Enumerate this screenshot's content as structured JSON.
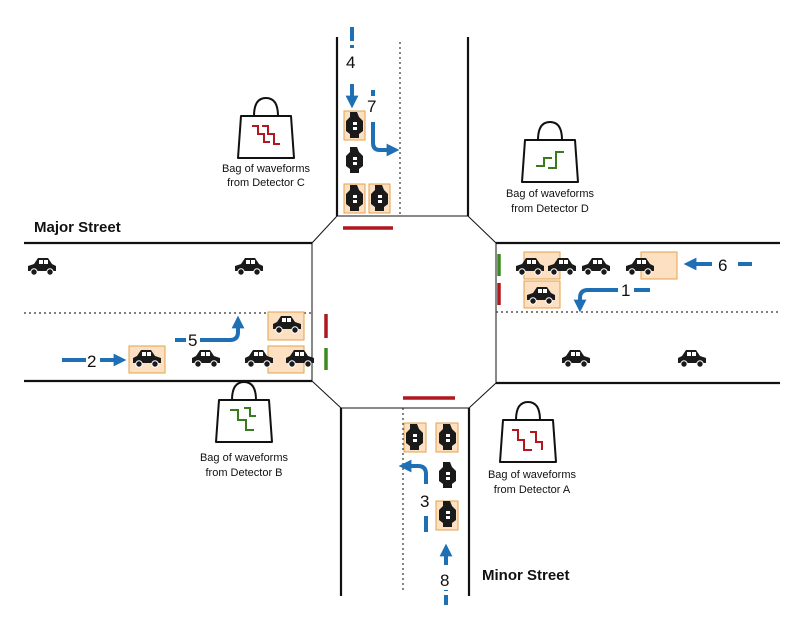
{
  "labels": {
    "major_street": "Major Street",
    "minor_street": "Minor Street"
  },
  "bags": {
    "c": {
      "line1": "Bag of waveforms",
      "line2": "from Detector C",
      "pattern_color": "#b0171f"
    },
    "d": {
      "line1": "Bag of waveforms",
      "line2": "from Detector D",
      "pattern_color": "#3a7a1f"
    },
    "b": {
      "line1": "Bag of waveforms",
      "line2": "from Detector B",
      "pattern_color": "#3a7a1f"
    },
    "a": {
      "line1": "Bag of waveforms",
      "line2": "from Detector A",
      "pattern_color": "#b0171f"
    }
  },
  "movements": [
    "1",
    "2",
    "3",
    "4",
    "5",
    "6",
    "7",
    "8"
  ],
  "colors": {
    "arrow": "#1e6fb4",
    "signal_red": "#b0171f",
    "signal_green": "#3a8a1f",
    "detector_zone_fill": "#fde0c2",
    "detector_zone_border": "#e2a24a",
    "road_line": "#111111",
    "vehicle": "#1a1a1a"
  },
  "icons": [
    "bag-icon",
    "car-icon",
    "arrow-icon",
    "signal-bar"
  ]
}
